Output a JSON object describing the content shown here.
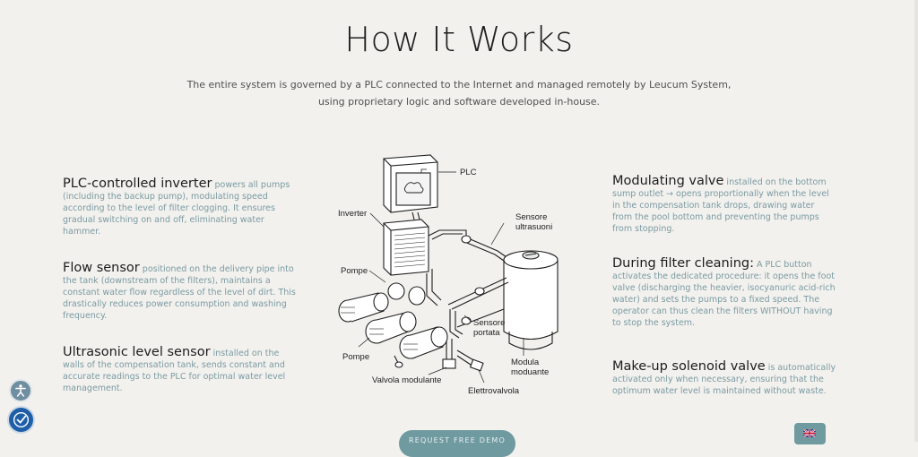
{
  "section": {
    "title": "How It Works",
    "intro": "The entire system is governed by a PLC connected to the Internet and managed remotely by Leucum System, using proprietary logic and software developed in-house."
  },
  "features_left": [
    {
      "title": "PLC-controlled inverter",
      "text": " powers all pumps (including the backup pump), modulating speed according to the level of filter clogging. It ensures gradual switching on and off, eliminating water hammer."
    },
    {
      "title": "Flow sensor",
      "text": " positioned on the delivery pipe into the tank (downstream of the filters), maintains a constant water flow regardless of the level of dirt. This drastically reduces power consumption and washing frequency."
    },
    {
      "title": "Ultrasonic level sensor",
      "text": " installed on the walls of the compensation tank, sends constant and accurate readings to the PLC for optimal water level management."
    }
  ],
  "features_right": [
    {
      "title": "Modulating valve",
      "text": " installed on the bottom sump outlet → opens proportionally when the level in the compensation tank drops, drawing water from the pool bottom and preventing the pumps from stopping."
    },
    {
      "title": "During filter cleaning:",
      "text": " A PLC button activates the dedicated procedure: it opens the foot valve (discharging the heavier, isocyanuric acid-rich water) and sets the pumps to a fixed speed. The operator can thus clean the filters WITHOUT having to stop the system."
    },
    {
      "title": "Make-up solenoid valve",
      "text": " is automatically activated only when necessary, ensuring that the optimum water level is maintained without waste."
    }
  ],
  "diagram": {
    "labels": {
      "plc": "PLC",
      "inverter": "Inverter",
      "sensore_ultrasuoni_1": "Sensore",
      "sensore_ultrasuoni_2": "ultrasuoni",
      "pompe_top": "Pompe",
      "sensore_portata_1": "Sensore",
      "sensore_portata_2": "portata",
      "pompe_bottom": "Pompe",
      "modula_1": "Modula",
      "modula_2": "moduante",
      "valvola_modulante": "Valvola modulante",
      "elettrovalvola": "Elettrovalvola"
    }
  },
  "buttons": {
    "request_demo": "REQUEST FREE DEMO"
  },
  "colors": {
    "background": "#f2f1ee",
    "accent": "#7b9aa1",
    "button": "#6f9aa0",
    "access_blue": "#1e5fa8"
  },
  "icons": {
    "accessibility": "accessibility-person-icon",
    "access_check": "access-check-icon",
    "language": "uk-flag-icon"
  }
}
